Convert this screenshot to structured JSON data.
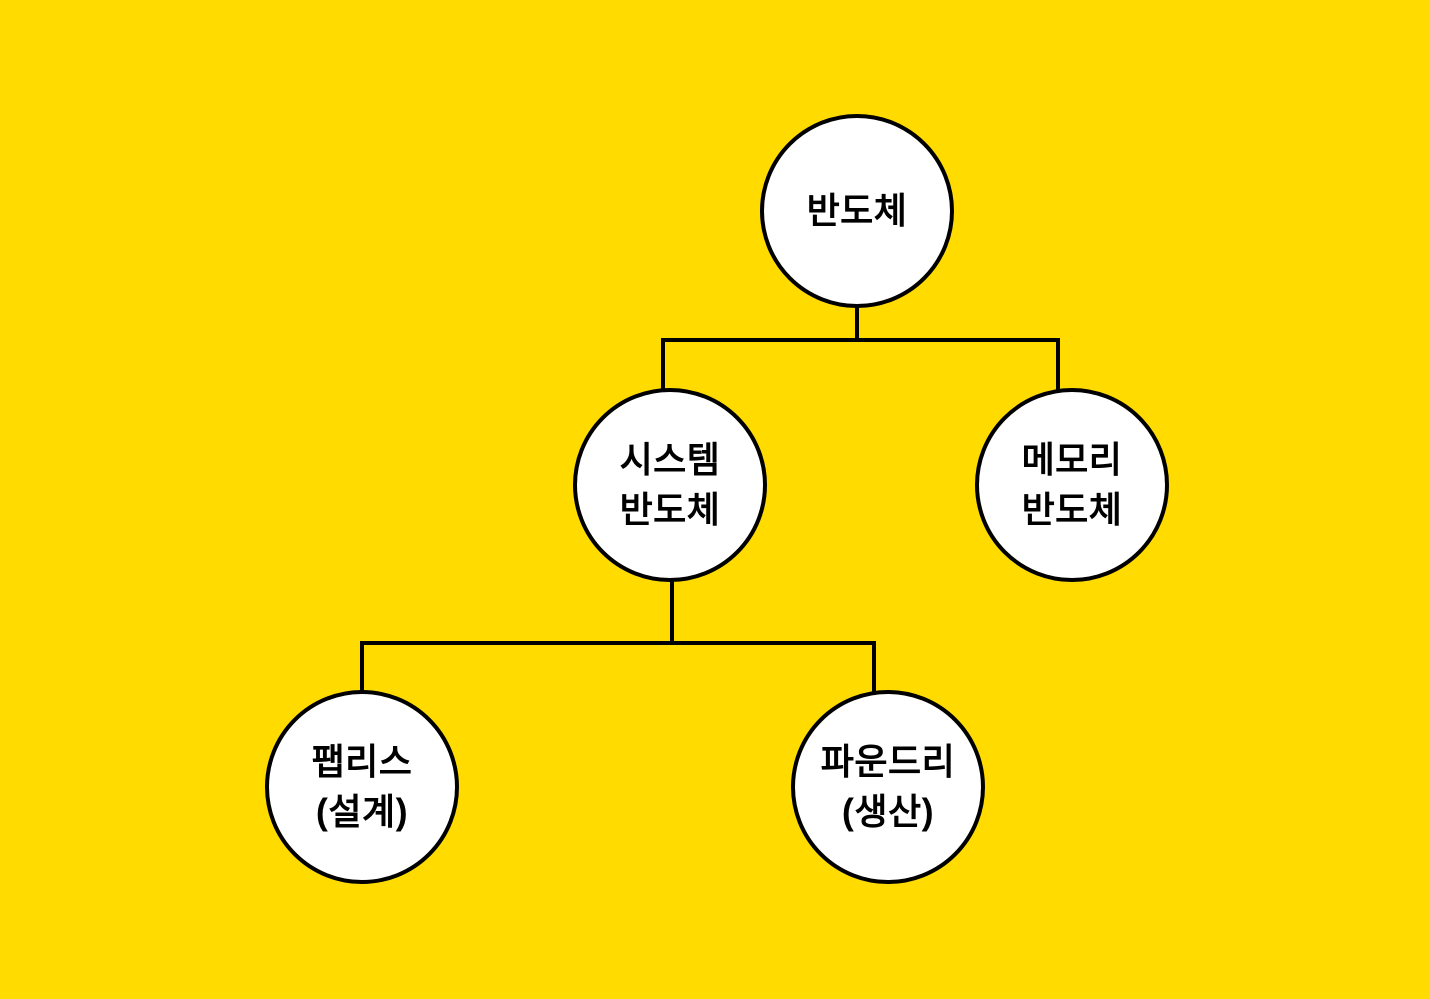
{
  "diagram": {
    "type": "tree",
    "language": "ko",
    "topic": "Semiconductor industry classification"
  },
  "colors": {
    "background": "#FFDB00",
    "node_fill": "#FFFFFF",
    "node_border": "#000000",
    "line": "#000000",
    "text": "#000000"
  },
  "nodes": {
    "root": {
      "line1": "반도체"
    },
    "system": {
      "line1": "시스템",
      "line2": "반도체"
    },
    "memory": {
      "line1": "메모리",
      "line2": "반도체"
    },
    "fabless": {
      "line1": "팹리스",
      "line2": "(설계)"
    },
    "foundry": {
      "line1": "파운드리",
      "line2": "(생산)"
    }
  },
  "edges": [
    {
      "from": "반도체",
      "to": "시스템 반도체"
    },
    {
      "from": "반도체",
      "to": "메모리 반도체"
    },
    {
      "from": "시스템 반도체",
      "to": "팹리스 (설계)"
    },
    {
      "from": "시스템 반도체",
      "to": "파운드리 (생산)"
    }
  ]
}
